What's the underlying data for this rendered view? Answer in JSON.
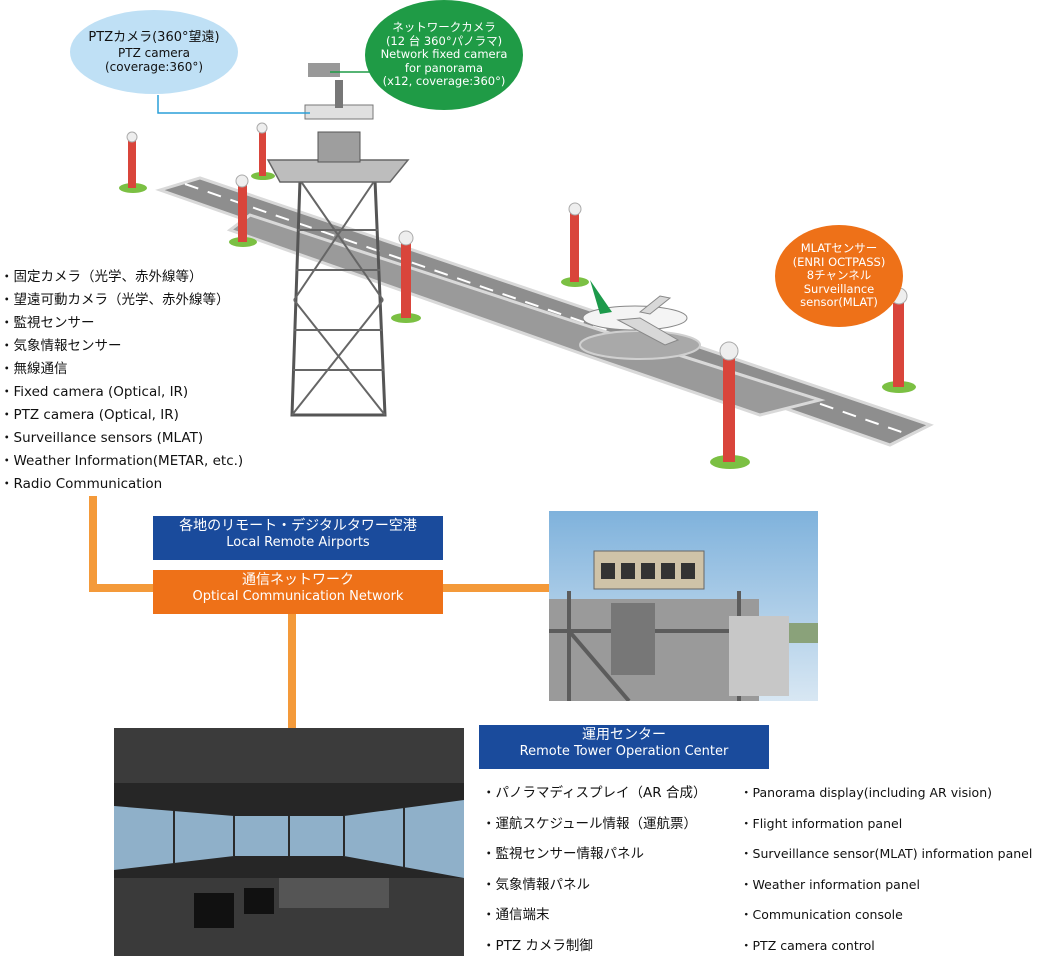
{
  "ptz_bubble": {
    "line1": "PTZカメラ(360°望遠)",
    "line2": "PTZ camera",
    "line3": "(coverage:360°)"
  },
  "network_bubble": {
    "line1": "ネットワークカメラ",
    "line2": "(12 台 360°パノラマ)",
    "line3": "Network fixed camera",
    "line4": "for panorama",
    "line5": "(x12, coverage:360°)"
  },
  "mlat_bubble": {
    "line1": "MLATセンサー",
    "line2": "(ENRI OCTPASS)",
    "line3": "8チャンネル",
    "line4": "Surveillance",
    "line5": "sensor(MLAT)"
  },
  "equipment_list": [
    "固定カメラ（光学、赤外線等）",
    "望遠可動カメラ（光学、赤外線等）",
    "監視センサー",
    "気象情報センサー",
    "無線通信",
    "Fixed camera (Optical, IR)",
    "PTZ camera (Optical, IR)",
    "Surveillance sensors (MLAT)",
    "Weather Information(METAR, etc.)",
    "Radio Communication"
  ],
  "local_airports": {
    "jp": "各地のリモート・デジタルタワー空港",
    "en": "Local Remote Airports"
  },
  "network_box": {
    "jp": "通信ネットワーク",
    "en": "Optical Communication Network"
  },
  "operation_center": {
    "jp": "運用センター",
    "en": "Remote Tower Operation Center"
  },
  "center_list_jp": [
    "パノラマディスプレイ（AR 合成）",
    "運航スケジュール情報（運航票）",
    "監視センサー情報パネル",
    "気象情報パネル",
    "通信端末",
    "PTZ カメラ制御"
  ],
  "center_list_en": [
    "Panorama display(including AR vision)",
    "Flight information panel",
    "Surveillance sensor(MLAT) information panel",
    "Weather information panel",
    "Communication console",
    "PTZ camera control"
  ],
  "colors": {
    "blue": "#1a4b9c",
    "orange": "#ee7118",
    "green": "#1f9b46",
    "light_blue": "#bfe0f5",
    "connector": "#f49a3a"
  }
}
